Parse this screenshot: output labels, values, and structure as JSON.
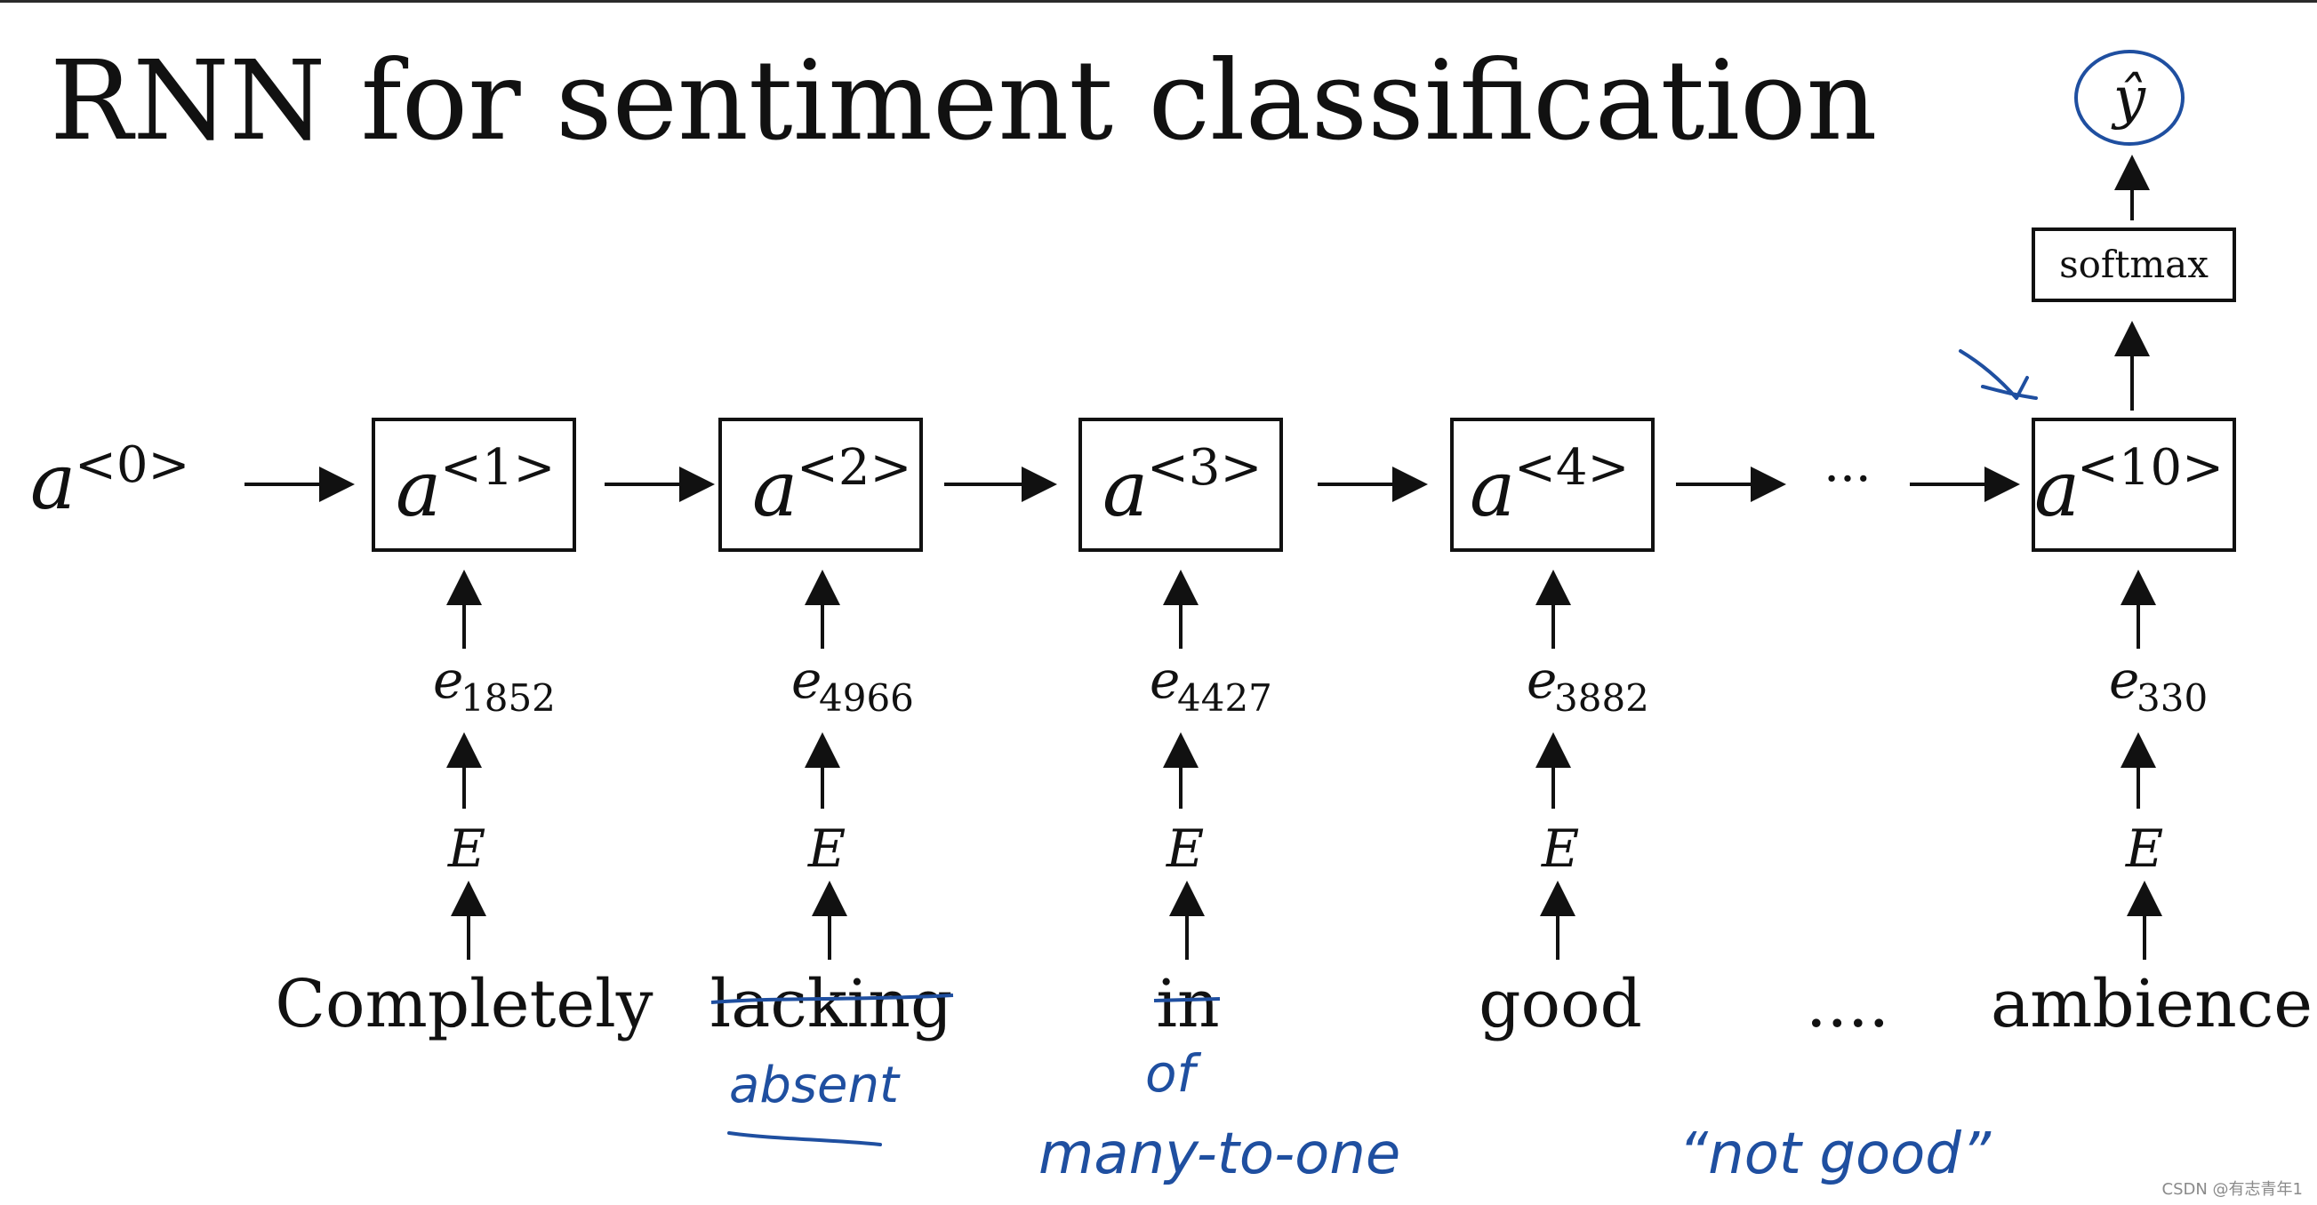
{
  "title": "RNN for sentiment classification",
  "initial_activation": {
    "base": "a",
    "superscript": "<0>"
  },
  "timesteps": [
    {
      "activation": "a",
      "superscript": "<1>",
      "embedding": "e",
      "embedding_index": "1852",
      "matrix": "E",
      "word": "Completely",
      "struck": false
    },
    {
      "activation": "a",
      "superscript": "<2>",
      "embedding": "e",
      "embedding_index": "4966",
      "matrix": "E",
      "word": "lacking",
      "struck": true
    },
    {
      "activation": "a",
      "superscript": "<3>",
      "embedding": "e",
      "embedding_index": "4427",
      "matrix": "E",
      "word": "in",
      "struck": true
    },
    {
      "activation": "a",
      "superscript": "<4>",
      "embedding": "e",
      "embedding_index": "3882",
      "matrix": "E",
      "word": "good",
      "struck": false
    },
    {
      "activation": "a",
      "superscript": "<10>",
      "embedding": "e",
      "embedding_index": "330",
      "matrix": "E",
      "word": "ambience",
      "struck": false
    }
  ],
  "ellipsis_top": "···",
  "ellipsis_words": "....",
  "softmax_label": "softmax",
  "output_label": "ŷ",
  "annotations": {
    "absent": "absent",
    "of": "of",
    "many_to_one": "many-to-one",
    "not_good": "“not good”"
  },
  "watermark": "CSDN @有志青年1",
  "colors": {
    "ink": "#111111",
    "pen": "#1f4fa0"
  }
}
